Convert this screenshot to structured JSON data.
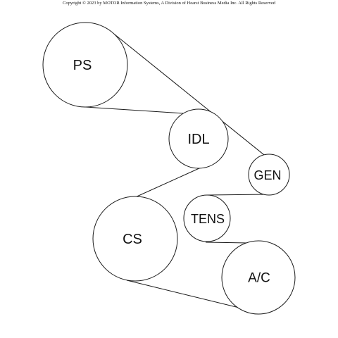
{
  "copyright": "Copyright © 2023 by MOTOR Information Systems, A Division of Hearst Business Media Inc. All Rights Reserved",
  "pulleys": {
    "ps": "PS",
    "idl": "IDL",
    "gen": "GEN",
    "tens": "TENS",
    "cs": "CS",
    "ac": "A/C"
  }
}
